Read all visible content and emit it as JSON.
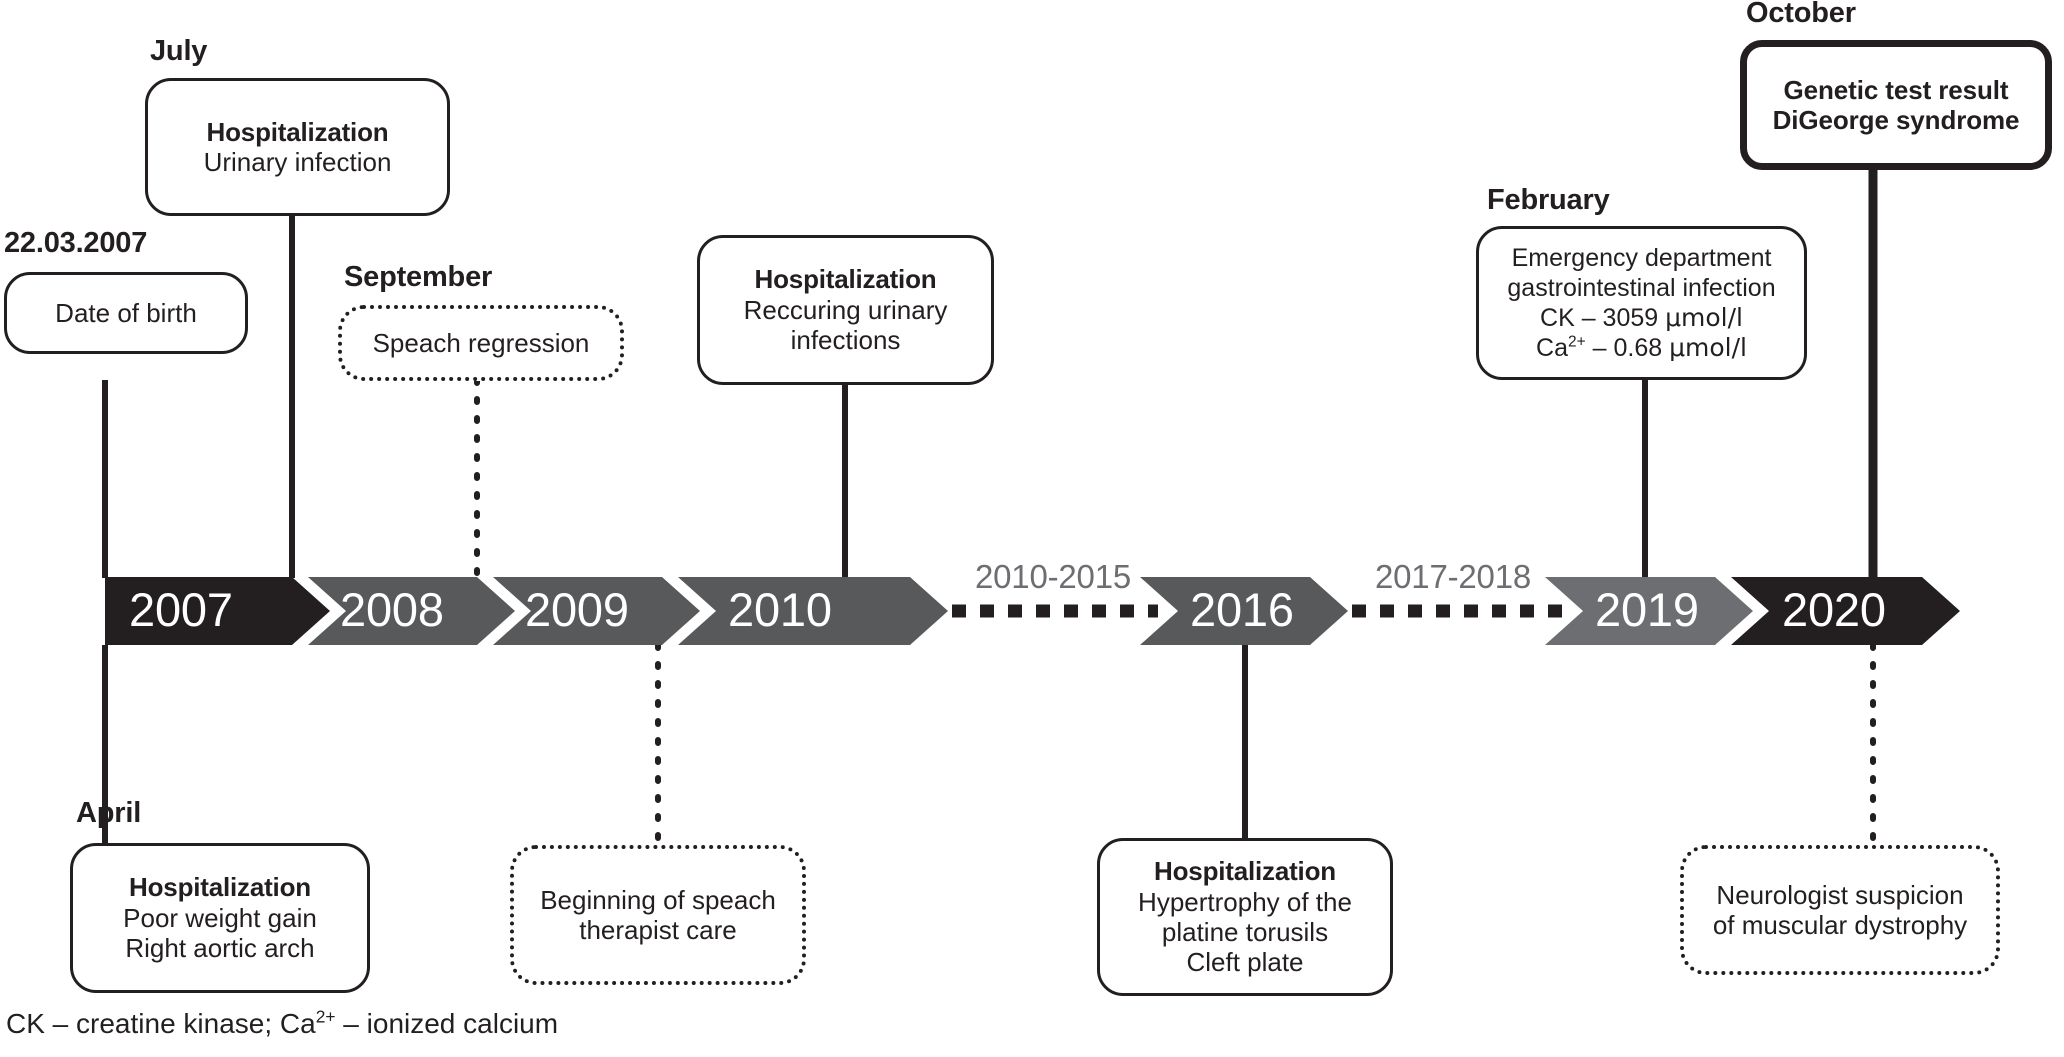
{
  "figure": {
    "type": "medical-patient-timeline",
    "footnote": "CK – creatine kinase; Ca2+ – ionized calcium",
    "footnote_parts": {
      "ck": "CK – creatine kinase; Ca",
      "sup": "2+",
      "tail": " – ionized calcium"
    }
  },
  "colors": {
    "ink": "#231f20",
    "segment_dark": "#231f20",
    "segment_gray": "#58595b",
    "segment_light_gray": "#6d6e71",
    "background": "#ffffff"
  },
  "timeline": {
    "segments": [
      {
        "label": "2007",
        "tone": "dark"
      },
      {
        "label": "2008",
        "tone": "gray"
      },
      {
        "label": "2009",
        "tone": "gray"
      },
      {
        "label": "2010",
        "tone": "gray"
      },
      {
        "label": "2016",
        "tone": "gray"
      },
      {
        "label": "2019",
        "tone": "light"
      },
      {
        "label": "2020",
        "tone": "dark"
      }
    ],
    "gap_labels": [
      {
        "label": "2010-2015"
      },
      {
        "label": "2017-2018"
      }
    ]
  },
  "events": {
    "above": [
      {
        "caption": "22.03.2007",
        "style": "solid",
        "lines": [
          "Date of birth"
        ],
        "anchor_year": "2007"
      },
      {
        "caption": "July",
        "style": "solid",
        "title": "Hospitalization",
        "lines": [
          "Urinary infection"
        ],
        "anchor_year": "2007"
      },
      {
        "caption": "September",
        "style": "dotted",
        "lines": [
          "Speach regression"
        ],
        "anchor_year": "2008"
      },
      {
        "caption": "",
        "style": "solid",
        "title": "Hospitalization",
        "lines": [
          "Reccuring urinary",
          "infections"
        ],
        "anchor_year": "2010"
      },
      {
        "caption": "February",
        "style": "solid",
        "lines": [
          "Emergency department",
          "gastrointestinal infection",
          "CK – 3059 μmol/l",
          "Ca2+ – 0.68 μmol/l"
        ],
        "anchor_year": "2019"
      },
      {
        "caption": "October",
        "style": "thick",
        "lines": [
          "Genetic test result",
          "DiGeorge syndrome"
        ],
        "anchor_year": "2020"
      }
    ],
    "below": [
      {
        "caption": "April",
        "style": "solid",
        "title": "Hospitalization",
        "lines": [
          "Poor weight gain",
          "Right aortic arch"
        ],
        "anchor_year": "2007"
      },
      {
        "caption": "",
        "style": "dotted",
        "lines": [
          "Beginning of speach",
          "therapist care"
        ],
        "anchor_year": "2009"
      },
      {
        "caption": "",
        "style": "solid",
        "title": "Hospitalization",
        "lines": [
          "Hypertrophy of the",
          "platine torusils",
          "Cleft plate"
        ],
        "anchor_year": "2016"
      },
      {
        "caption": "",
        "style": "dotted",
        "lines": [
          "Neurologist suspicion",
          "of muscular dystrophy"
        ],
        "anchor_year": "2020"
      }
    ]
  },
  "text": {
    "date_of_birth_caption": "22.03.2007",
    "date_of_birth_line": "Date of birth",
    "july_caption": "July",
    "july_title": "Hospitalization",
    "july_line1": "Urinary infection",
    "september_caption": "September",
    "september_line1": "Speach regression",
    "y2010_title": "Hospitalization",
    "y2010_line1": "Reccuring urinary",
    "y2010_line2": "infections",
    "february_caption": "February",
    "february_line1": "Emergency department",
    "february_line2": "gastrointestinal infection",
    "february_line3_a": "CK – 3059 ",
    "february_line3_b": "μmol/l",
    "february_line4_a": "Ca",
    "february_line4_sup": "2+",
    "february_line4_b": " – 0.68 ",
    "february_line4_c": "μmol/l",
    "october_caption": "October",
    "october_line1": "Genetic test result",
    "october_line2": "DiGeorge syndrome",
    "april_caption": "April",
    "april_title": "Hospitalization",
    "april_line1": "Poor weight gain",
    "april_line2": "Right aortic arch",
    "speech_therapy_line1": "Beginning of speach",
    "speech_therapy_line2": "therapist care",
    "y2016_title": "Hospitalization",
    "y2016_line1": "Hypertrophy of the",
    "y2016_line2": "platine torusils",
    "y2016_line3": "Cleft plate",
    "neurologist_line1": "Neurologist suspicion",
    "neurologist_line2": "of muscular dystrophy",
    "seg_2007": "2007",
    "seg_2008": "2008",
    "seg_2009": "2009",
    "seg_2010": "2010",
    "seg_2016": "2016",
    "seg_2019": "2019",
    "seg_2020": "2020",
    "gap_2010_2015": "2010-2015",
    "gap_2017_2018": "2017-2018"
  }
}
